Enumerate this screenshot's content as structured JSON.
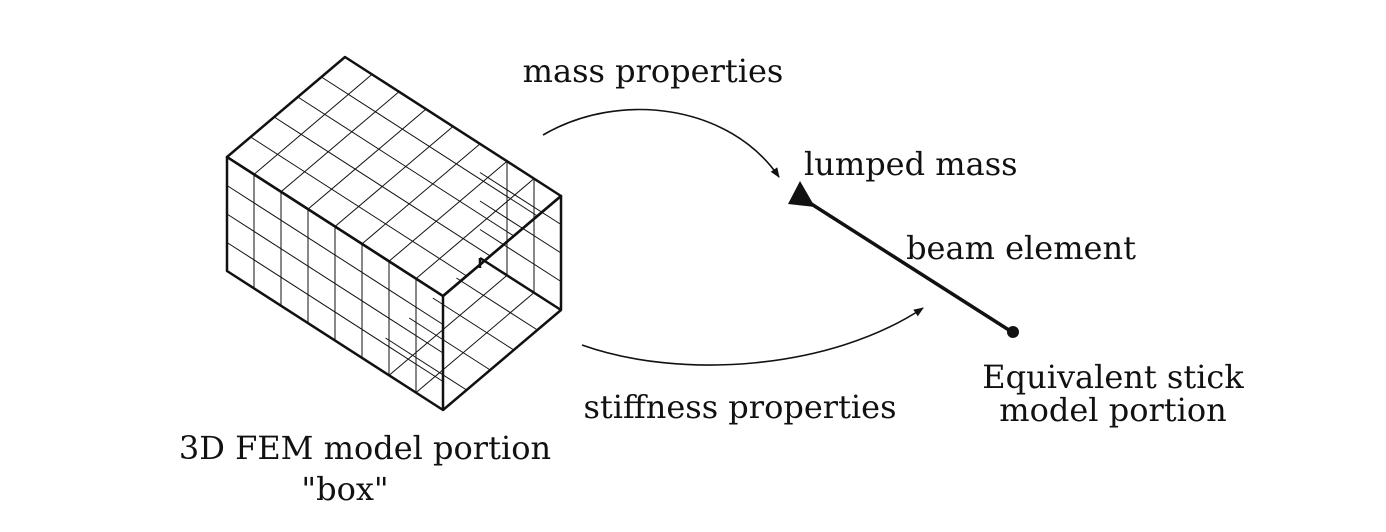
{
  "labels": {
    "mass_properties": "mass properties",
    "lumped_mass": "lumped mass",
    "beam_element": "beam element",
    "stiffness_properties": "stiffness properties",
    "stick_caption_line1": "Equivalent stick",
    "stick_caption_line2": "model portion",
    "fem_caption_line1": "3D FEM model portion",
    "fem_caption_line2": "\"box\""
  },
  "colors": {
    "ink": "#111111",
    "background": "#ffffff"
  }
}
